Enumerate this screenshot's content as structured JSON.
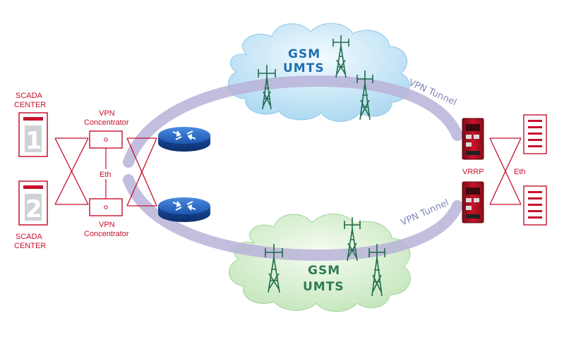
{
  "scada": {
    "top": {
      "line1": "SCADA",
      "line2": "CENTER",
      "number": "1"
    },
    "bottom": {
      "line1": "SCADA",
      "line2": "CENTER",
      "number": "2"
    }
  },
  "vpn_concentrator": {
    "top": {
      "line1": "VPN",
      "line2": "Concentrator"
    },
    "bottom": {
      "line1": "VPN",
      "line2": "Concentrator"
    }
  },
  "eth_left": "Eth",
  "eth_right": "Eth",
  "vrrp": "VRRP",
  "clouds": {
    "top": {
      "line1": "GSM",
      "line2": "UMTS"
    },
    "bottom": {
      "line1": "GSM",
      "line2": "UMTS"
    }
  },
  "tunnels": {
    "top": "VPN Tunnel",
    "bottom": "VPN Tunnel"
  },
  "colors": {
    "accent_red": "#c8102e",
    "tunnel": "#b7b2d6",
    "cloud_top": "#bfe3f6",
    "cloud_bottom": "#cdebc7",
    "router_blue": "#1d5bb5"
  },
  "icons": [
    "scada-server-icon",
    "vpn-concentrator-icon",
    "router-icon",
    "cell-tower-icon",
    "industrial-router-icon",
    "server-rack-icon",
    "cloud-icon"
  ]
}
